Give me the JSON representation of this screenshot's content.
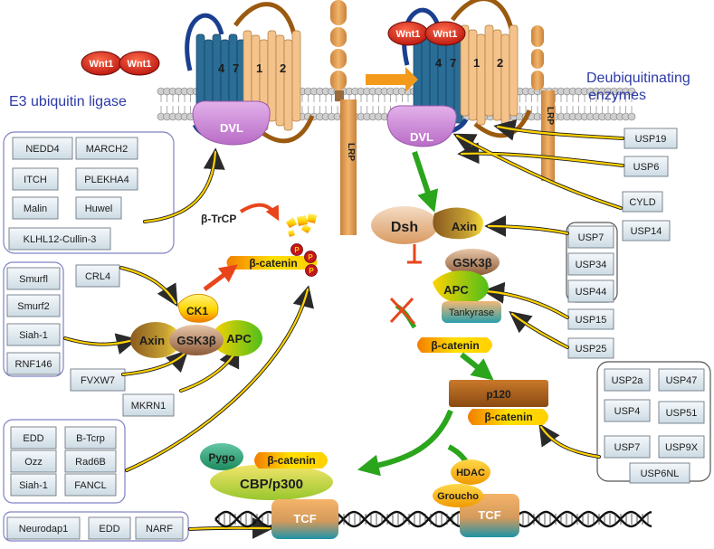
{
  "headings": {
    "e3_ligase": "E3 ubiquitin ligase",
    "dub_line1": "Deubiquitinating",
    "dub_line2": "enzymes"
  },
  "wnt": [
    "Wnt1",
    "Wnt1",
    "Wnt1",
    "Wnt1"
  ],
  "receptor_labels": {
    "dvl": "DVL",
    "lrp": "LRP",
    "tm": [
      "4",
      "7",
      "1",
      "2"
    ]
  },
  "e3_groups": {
    "group1": [
      "NEDD4",
      "MARCH2",
      "ITCH",
      "PLEKHA4",
      "Malin",
      "Huwel",
      "KLHL12-Cullin-3"
    ],
    "group2": [
      "Smurfl",
      "Smurf2",
      "Siah-1",
      "RNF146"
    ],
    "group3": [
      "EDD",
      "B-Tcrp",
      "Ozz",
      "Rad6B",
      "Siah-1",
      "FANCL"
    ],
    "group4": [
      "Neurodap1",
      "EDD",
      "NARF"
    ],
    "singles": [
      "CRL4",
      "FVXW7",
      "MKRN1"
    ]
  },
  "dubs": {
    "dvl": [
      "USP19",
      "USP6"
    ],
    "axin_upper": [
      "CYLD",
      "USP14"
    ],
    "axin": [
      "USP7",
      "USP34",
      "USP44"
    ],
    "apc": [
      "USP15"
    ],
    "tankyrase": [
      "USP25"
    ],
    "p120": [
      "USP2a",
      "USP47",
      "USP4",
      "USP51",
      "USP7",
      "USP9X",
      "USP6NL"
    ]
  },
  "complex_labels": {
    "btrcp": "β-TrCP",
    "beta_catenin": "β-catenin",
    "ck1": "CK1",
    "axin": "Axin",
    "gsk3b": "GSK3β",
    "apc": "APC",
    "dsh": "Dsh",
    "tankyrase": "Tankyrase",
    "p120": "p120",
    "pygo": "Pygo",
    "cbp": "CBP/p300",
    "tcf": "TCF",
    "hdac": "HDAC",
    "groucho": "Groucho",
    "p_badge": "P"
  },
  "colors": {
    "membrane": "#d0d0d0",
    "dvl": "#c77fd0",
    "receptor_blue": "#2a6d96",
    "receptor_tan": "#f4c38c",
    "lrp": "#e5a24e",
    "arrow_green": "#2aa51c",
    "arrow_red": "#e8451c",
    "arrow_yellow": "#ffd200",
    "box_fill": "#e6eef3",
    "group_border": "#7f82c5",
    "wnt": "#d7271e"
  }
}
